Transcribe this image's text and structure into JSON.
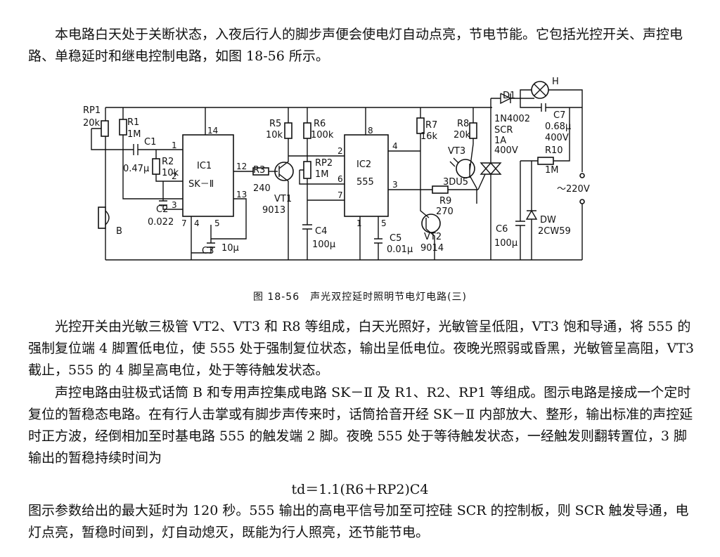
{
  "intro": "本电路白天处于关断状态，入夜后行人的脚步声便会使电灯自动点亮，节电节能。它包括光控开关、声控电路、单稳延时和继电控制电路，如图 18-56 所示。",
  "figure": {
    "caption": "图 18-56　声光双控延时照明节电灯电路(三)",
    "labels": {
      "RP1": "RP1",
      "rp1_val": "20k",
      "R1": "R1",
      "r1_val": "1M",
      "C1": "C1",
      "c1_val": "0.47μ",
      "R2": "R2",
      "r2_val": "10k",
      "C2": "C2",
      "c2_val": "0.022",
      "C3": "C3",
      "c3_val": "10μ",
      "B": "B",
      "IC1": "IC1",
      "IC1_type": "SK－Ⅱ",
      "R3": "R3",
      "r3_val": "240",
      "R5": "R5",
      "r5_val": "10k",
      "VT1": "VT1",
      "vt1_type": "9013",
      "R6": "R6",
      "r6_val": "100k",
      "RP2": "RP2",
      "rp2_val": "1M",
      "C4": "C4",
      "c4_val": "100μ",
      "IC2": "IC2",
      "IC2_type": "555",
      "C5": "C5",
      "c5_val": "0.01μ",
      "R7": "R7",
      "r7_val": "16k",
      "R8": "R8",
      "r8_val": "20k",
      "VT3": "VT3",
      "vt3_type": "3DU5",
      "R9": "R9",
      "r9_val": "270",
      "VT2": "VT2",
      "vt2_type": "9014",
      "D1": "D1",
      "d1_type": "1N4002",
      "SCR": "SCR",
      "scr_1": "1A",
      "scr_2": "400V",
      "H": "H",
      "C7": "C7",
      "c7_val": "0.68μ",
      "c7_v": "400V",
      "R10": "R10",
      "r10_val": "1M",
      "C6": "C6",
      "c6_val": "100μ",
      "DW": "DW",
      "dw_type": "2CW59",
      "mains": "～220V",
      "pins": {
        "p14": "14",
        "p1": "1",
        "p2": "2",
        "p3": "3",
        "p7": "7",
        "p4": "4",
        "p5": "5",
        "p12": "12",
        "p13": "13",
        "q8": "8",
        "q2": "2",
        "q4": "4",
        "q6": "6",
        "q7": "7",
        "q3": "3",
        "q1": "1",
        "q5": "5"
      }
    }
  },
  "para_light": "光控开关由光敏三极管 VT2、VT3 和 R8 等组成，白天光照好，光敏管呈低阻，VT3 饱和导通，将 555 的强制复位端 4 脚置低电位，使 555 处于强制复位状态，输出呈低电位。夜晚光照弱或昏黑，光敏管呈高阻，VT3 截止，555 的 4 脚呈高电位，处于等待触发状态。",
  "para_sound": "声控电路由驻极式话筒 B 和专用声控集成电路 SK－Ⅱ 及 R1、R2、RP1 等组成。图示电路是接成一个定时复位的暂稳态电路。在有行人击掌或有脚步声传来时，话筒拾音开经 SK－Ⅱ 内部放大、整形，输出标准的声控延时正方波，经倒相加至时基电路 555 的触发端 2 脚。夜晚 555 处于等待触发状态，一经触发则翻转置位，3 脚输出的暂稳持续时间为",
  "formula": "td＝1.1(R6＋RP2)C4",
  "para_end": "图示参数给出的最大延时为 120 秒。555 输出的高电平信号加至可控硅 SCR 的控制板，则 SCR 触发导通，电灯点亮，暂稳时间到，灯自动熄灭，既能为行人照亮，还节能节电。"
}
